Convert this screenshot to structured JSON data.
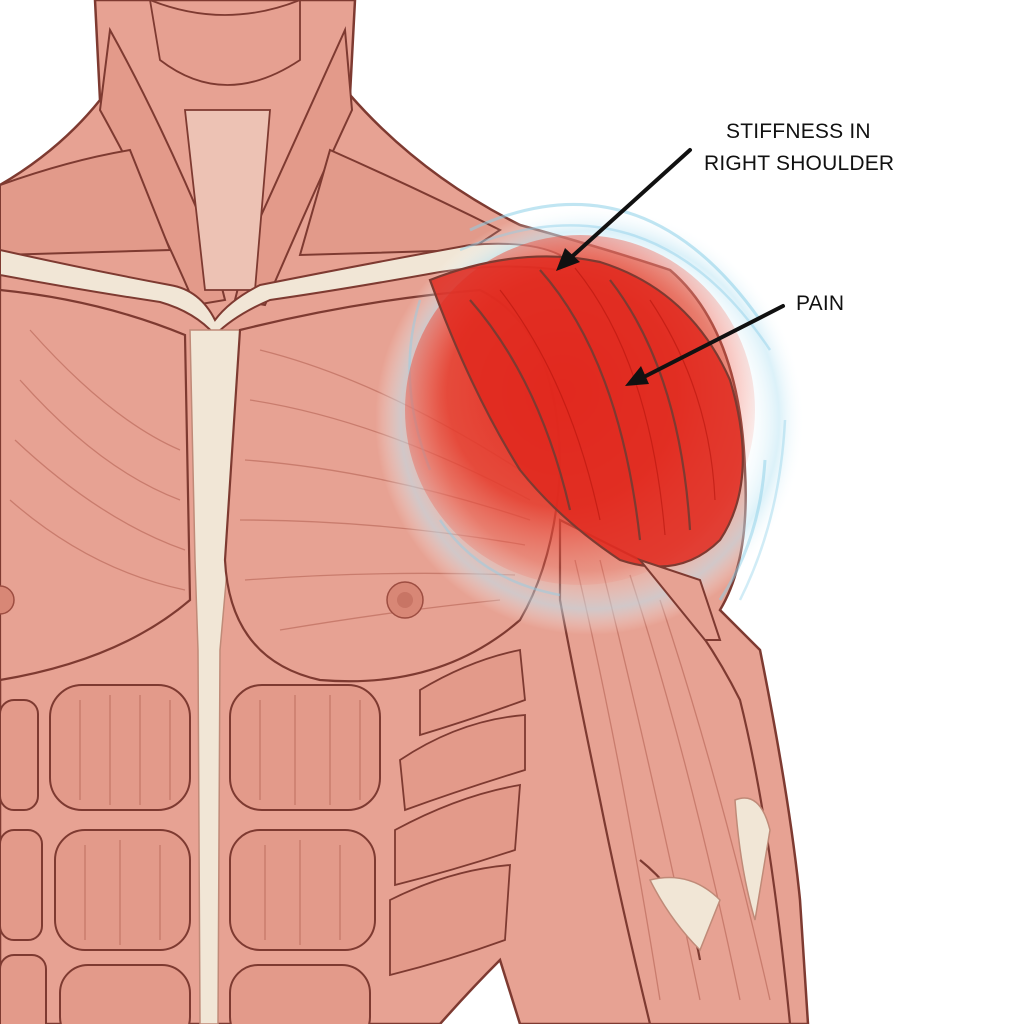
{
  "labels": {
    "stiffness_line1": "STIFFNESS IN",
    "stiffness_line2": "RIGHT SHOULDER",
    "pain": "PAIN"
  },
  "colors": {
    "background": "#ffffff",
    "muscle": "#e7a293",
    "muscle_dark": "#7e3a31",
    "tendon": "#f1e6d6",
    "pain": "#e2231a",
    "glow_ring": "#8ccfe8",
    "text": "#111111"
  }
}
